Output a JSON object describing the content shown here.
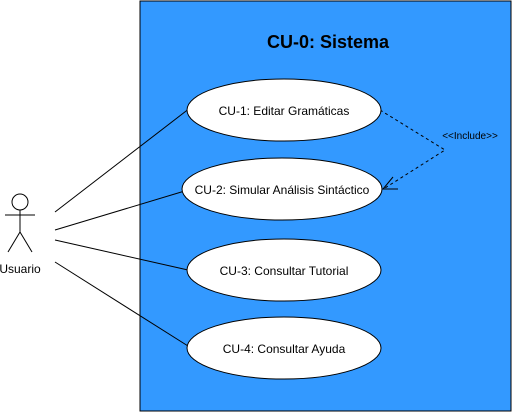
{
  "system": {
    "title": "CU-0: Sistema",
    "fill_color": "#3399FF",
    "border_color": "#000000"
  },
  "actor": {
    "name": "Usuario",
    "icon": "stick-figure-actor-icon"
  },
  "use_cases": [
    {
      "id": "cu1",
      "label": "CU-1: Editar Gramáticas"
    },
    {
      "id": "cu2",
      "label": "CU-2: Simular Análisis Sintáctico"
    },
    {
      "id": "cu3",
      "label": "CU-3: Consultar Tutorial"
    },
    {
      "id": "cu4",
      "label": "CU-4: Consultar Ayuda"
    }
  ],
  "relations": [
    {
      "type": "include",
      "from": "cu1",
      "to": "cu2",
      "label": "<<Include>>"
    }
  ]
}
